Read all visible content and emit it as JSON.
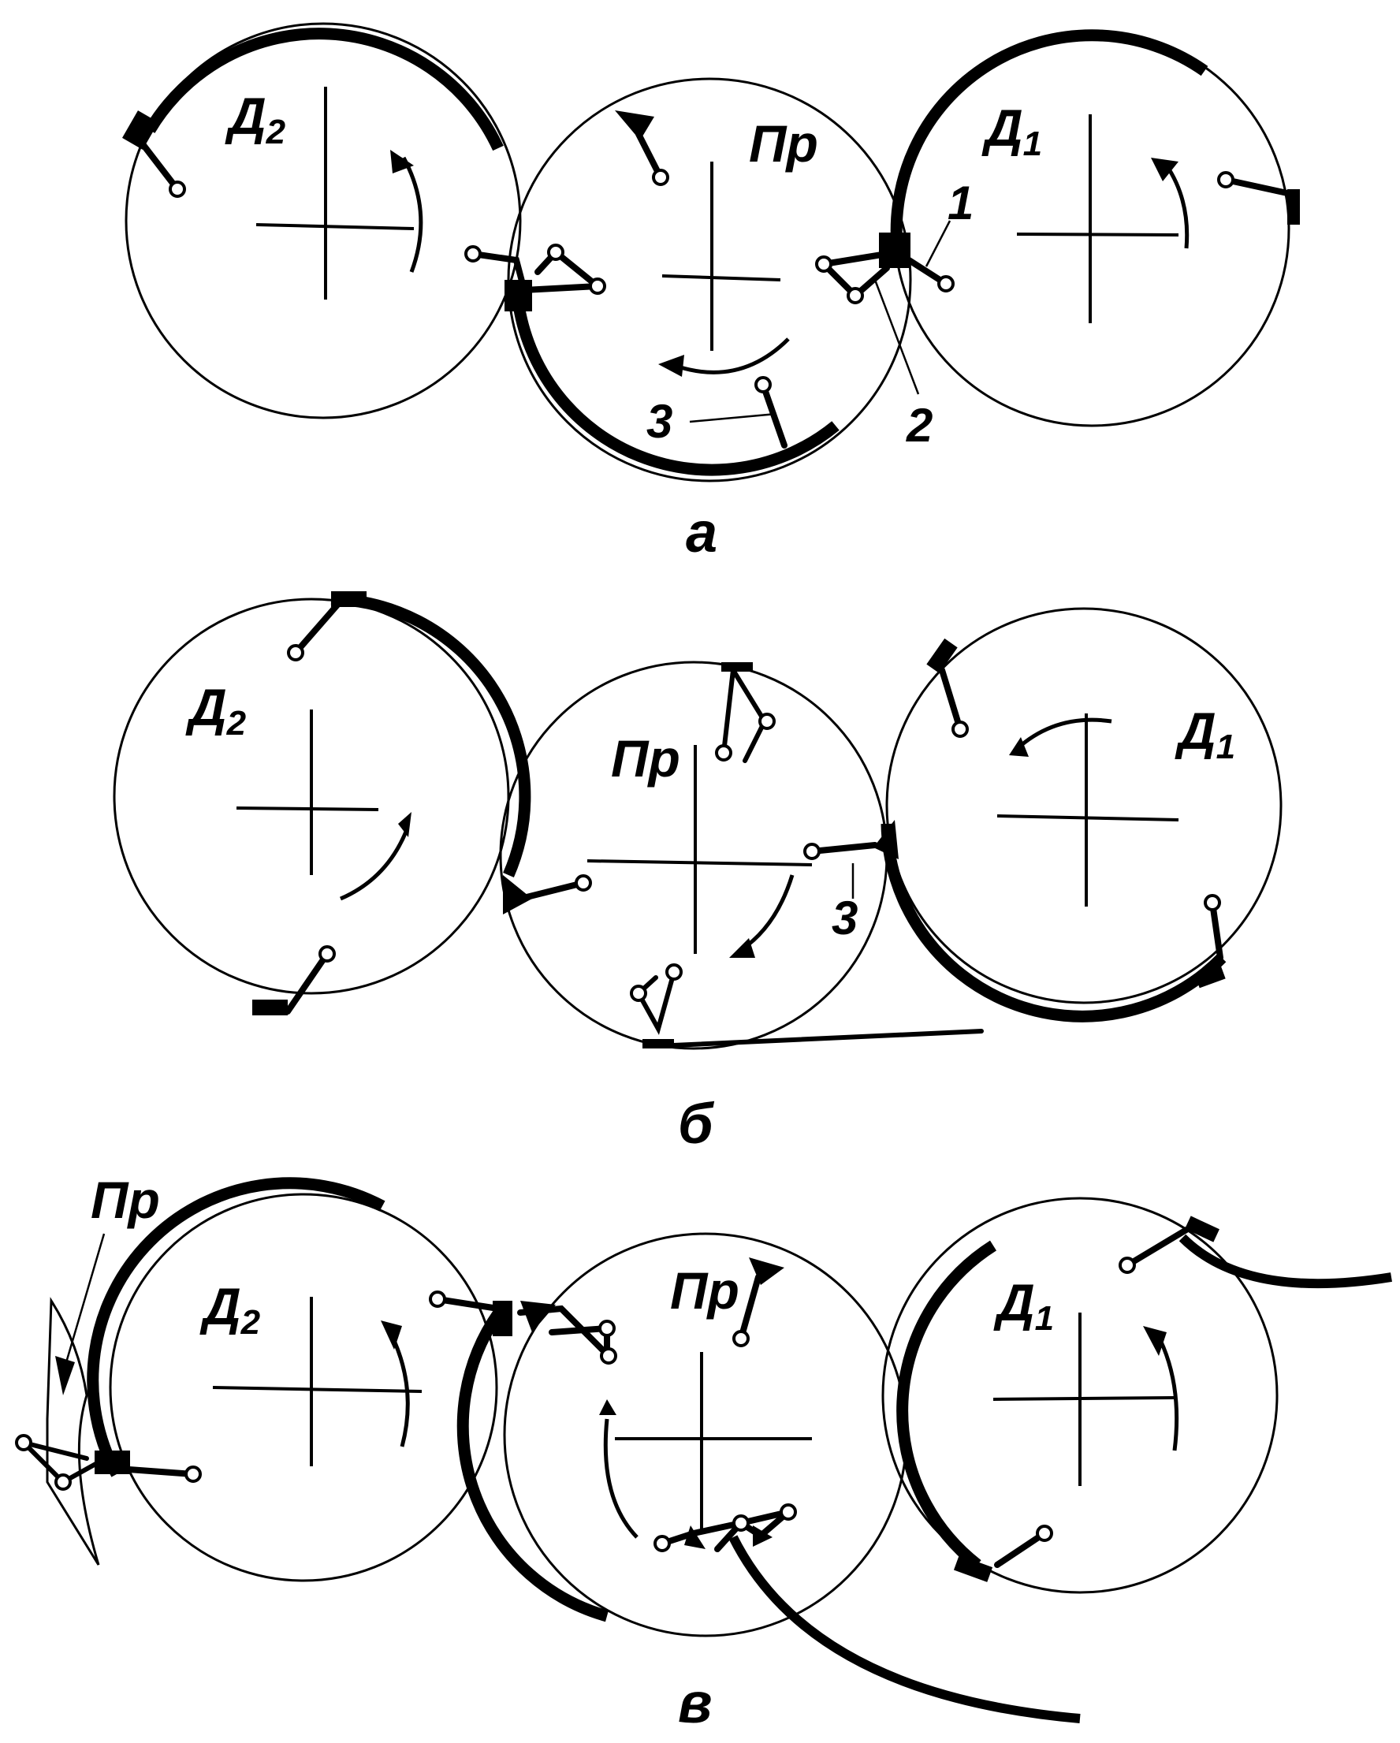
{
  "panels": [
    {
      "caption": "а",
      "labels": {
        "d2": "Д",
        "d2_sub": "2",
        "pr": "Пр",
        "d1": "Д",
        "d1_sub": "1",
        "callout_1": "1",
        "callout_2": "2",
        "callout_3": "3"
      }
    },
    {
      "caption": "б",
      "labels": {
        "d2": "Д",
        "d2_sub": "2",
        "pr": "Пр",
        "d1": "Д",
        "d1_sub": "1",
        "callout_3": "3"
      }
    },
    {
      "caption": "в",
      "labels": {
        "pr_outside": "Пр",
        "d2": "Д",
        "d2_sub": "2",
        "pr": "Пр",
        "d1": "Д",
        "d1_sub": "1"
      }
    }
  ]
}
